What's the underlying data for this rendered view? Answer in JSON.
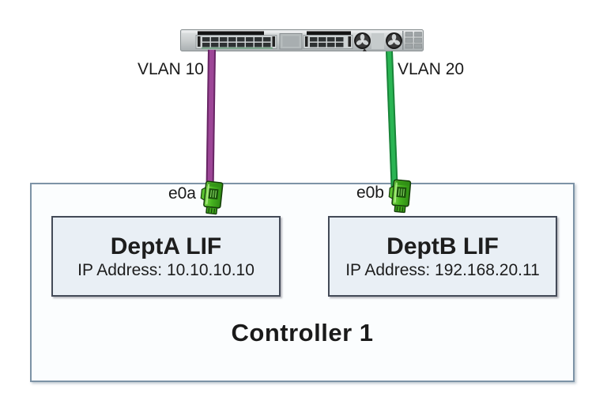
{
  "device": {
    "icon": "rack-switch-icon"
  },
  "links": [
    {
      "vlan_label": "VLAN 10",
      "port_label": "e0a",
      "cable_color": "#9d4697"
    },
    {
      "vlan_label": "VLAN 20",
      "port_label": "e0b",
      "cable_color": "#2ab553"
    }
  ],
  "controller": {
    "label": "Controller 1",
    "lifs": [
      {
        "title": "DeptA LIF",
        "ip_line": "IP Address: 10.10.10.10"
      },
      {
        "title": "DeptB LIF",
        "ip_line": "IP Address: 192.168.20.11"
      }
    ]
  },
  "icons": {
    "switch": "rack-switch-icon",
    "connector": "ethernet-connector-icon"
  },
  "colors": {
    "cable_a": "#9d4697",
    "cable_b": "#2ab553",
    "connector_green": "#46b41f",
    "lif_fill": "#e9eff5",
    "lif_border": "#434a57",
    "controller_fill": "#fbfdfe",
    "controller_border": "#7d93a6",
    "text": "#1a1a1a"
  }
}
